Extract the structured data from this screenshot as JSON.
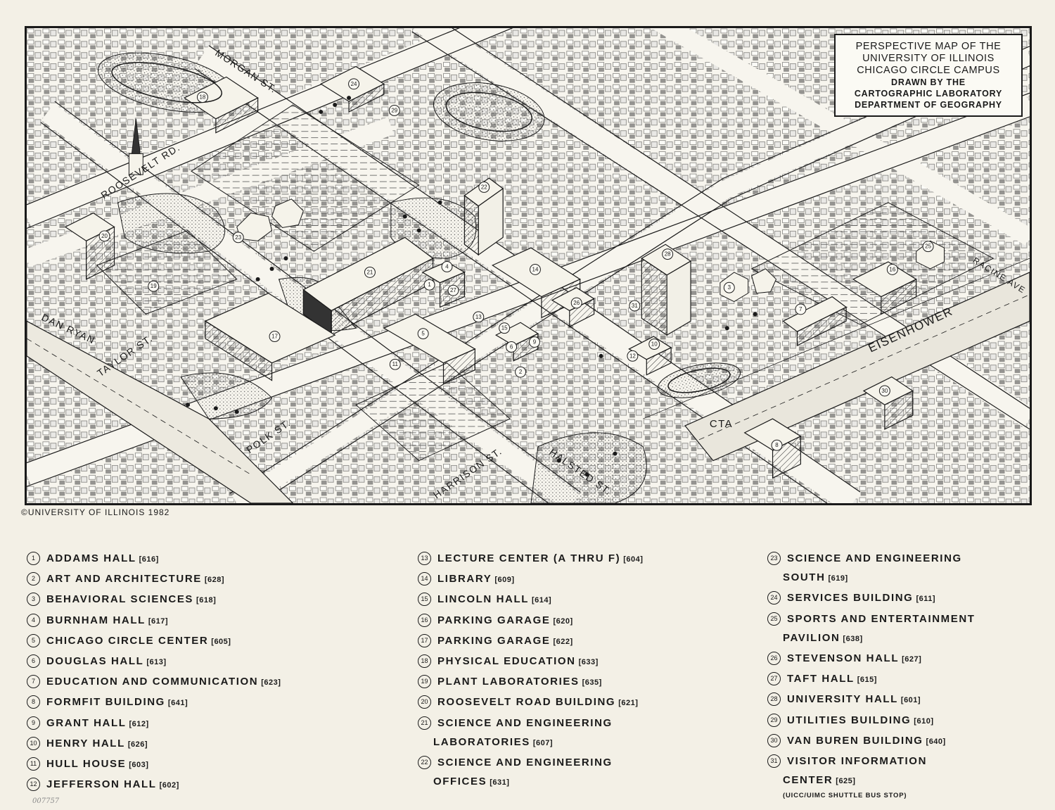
{
  "map": {
    "title_lines": [
      "PERSPECTIVE MAP OF THE",
      "UNIVERSITY OF ILLINOIS",
      "CHICAGO CIRCLE CAMPUS"
    ],
    "credit_lines": [
      "DRAWN BY THE",
      "CARTOGRAPHIC LABORATORY",
      "DEPARTMENT OF GEOGRAPHY"
    ],
    "streets": {
      "morgan": "MORGAN ST.",
      "roosevelt": "ROOSEVELT RD.",
      "dan_ryan": "DAN RYAN",
      "taylor": "TAYLOR ST.",
      "polk": "POLK ST.",
      "harrison": "HARRISON ST.",
      "halsted": "HALSTED ST.",
      "eisenhower": "EISENHOWER",
      "racine": "RACINE AVE",
      "cta": "CTA"
    },
    "markers": [
      "1",
      "2",
      "3",
      "4",
      "5",
      "6",
      "7",
      "8",
      "9",
      "10",
      "11",
      "12",
      "13",
      "14",
      "15",
      "16",
      "17",
      "18",
      "19",
      "20",
      "21",
      "22",
      "23",
      "24",
      "25",
      "26",
      "27",
      "28",
      "29",
      "30",
      "31"
    ]
  },
  "copyright": "©UNIVERSITY OF ILLINOIS 1982",
  "catalog_mark": "007757",
  "legend": {
    "columns": [
      [
        {
          "num": "1",
          "name": "ADDAMS HALL",
          "code": "[616]"
        },
        {
          "num": "2",
          "name": "ART AND ARCHITECTURE",
          "code": "[628]"
        },
        {
          "num": "3",
          "name": "BEHAVIORAL SCIENCES",
          "code": "[618]"
        },
        {
          "num": "4",
          "name": "BURNHAM HALL",
          "code": "[617]"
        },
        {
          "num": "5",
          "name": "CHICAGO CIRCLE CENTER",
          "code": "[605]"
        },
        {
          "num": "6",
          "name": "DOUGLAS HALL",
          "code": "[613]"
        },
        {
          "num": "7",
          "name": "EDUCATION AND COMMUNICATION",
          "code": "[623]"
        },
        {
          "num": "8",
          "name": "FORMFIT BUILDING",
          "code": "[641]"
        },
        {
          "num": "9",
          "name": "GRANT HALL",
          "code": "[612]"
        },
        {
          "num": "10",
          "name": "HENRY HALL",
          "code": "[626]"
        },
        {
          "num": "11",
          "name": "HULL HOUSE",
          "code": "[603]"
        },
        {
          "num": "12",
          "name": "JEFFERSON HALL",
          "code": "[602]"
        }
      ],
      [
        {
          "num": "13",
          "name": "LECTURE CENTER (A THRU F)",
          "code": "[604]"
        },
        {
          "num": "14",
          "name": "LIBRARY",
          "code": "[609]"
        },
        {
          "num": "15",
          "name": "LINCOLN HALL",
          "code": "[614]"
        },
        {
          "num": "16",
          "name": "PARKING GARAGE",
          "code": "[620]"
        },
        {
          "num": "17",
          "name": "PARKING GARAGE",
          "code": "[622]"
        },
        {
          "num": "18",
          "name": "PHYSICAL EDUCATION",
          "code": "[633]"
        },
        {
          "num": "19",
          "name": "PLANT LABORATORIES",
          "code": "[635]"
        },
        {
          "num": "20",
          "name": "ROOSEVELT ROAD BUILDING",
          "code": "[621]"
        },
        {
          "num": "21",
          "name": "SCIENCE AND ENGINEERING",
          "cont": "LABORATORIES",
          "code": "[607]"
        },
        {
          "num": "22",
          "name": "SCIENCE AND ENGINEERING",
          "cont": "OFFICES",
          "code": "[631]"
        }
      ],
      [
        {
          "num": "23",
          "name": "SCIENCE AND ENGINEERING",
          "cont": "SOUTH",
          "code": "[619]"
        },
        {
          "num": "24",
          "name": "SERVICES BUILDING",
          "code": "[611]"
        },
        {
          "num": "25",
          "name": "SPORTS AND ENTERTAINMENT",
          "cont": "PAVILION",
          "code": "[638]"
        },
        {
          "num": "26",
          "name": "STEVENSON HALL",
          "code": "[627]"
        },
        {
          "num": "27",
          "name": "TAFT HALL",
          "code": "[615]"
        },
        {
          "num": "28",
          "name": "UNIVERSITY HALL",
          "code": "[601]"
        },
        {
          "num": "29",
          "name": "UTILITIES BUILDING",
          "code": "[610]"
        },
        {
          "num": "30",
          "name": "VAN BUREN BUILDING",
          "code": "[640]"
        },
        {
          "num": "31",
          "name": "VISITOR INFORMATION",
          "cont": "CENTER",
          "code": "[625]",
          "note": "(UICC/UIMC SHUTTLE BUS STOP)"
        }
      ]
    ]
  }
}
